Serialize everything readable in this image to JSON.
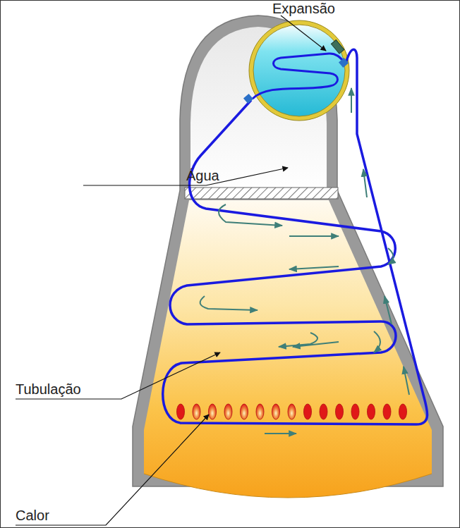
{
  "diagram": {
    "labels": [
      "Expansão",
      "Água",
      "Tubulação",
      "Calor"
    ]
  }
}
